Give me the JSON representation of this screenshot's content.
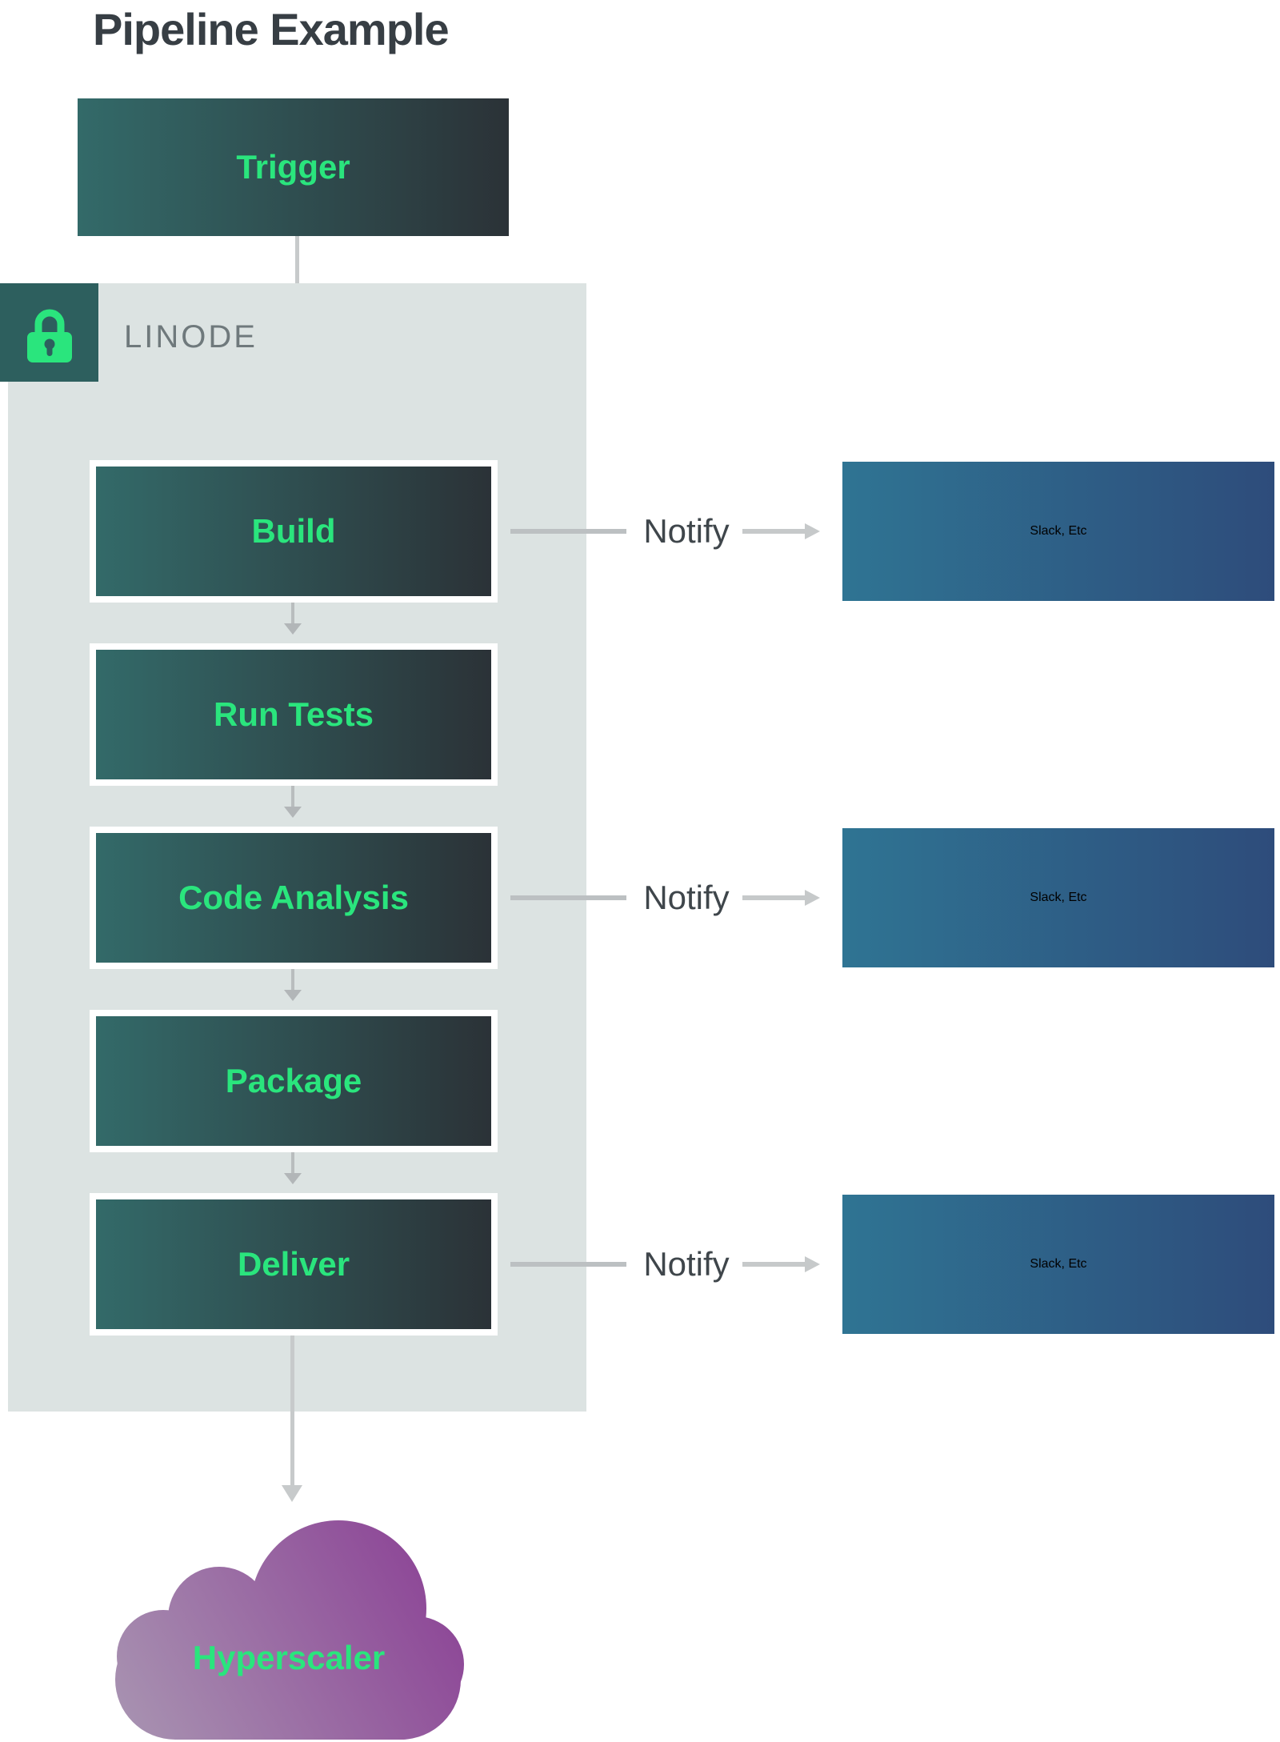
{
  "diagram": {
    "title": "Pipeline Example",
    "trigger_label": "Trigger",
    "platform_label": "LINODE",
    "stages": [
      {
        "label": "Build",
        "notifies": true
      },
      {
        "label": "Run Tests",
        "notifies": false
      },
      {
        "label": "Code Analysis",
        "notifies": true
      },
      {
        "label": "Package",
        "notifies": false
      },
      {
        "label": "Deliver",
        "notifies": true
      }
    ],
    "notify_rows": [
      {
        "label": "Notify",
        "target": "Slack, Etc"
      },
      {
        "label": "Notify",
        "target": "Slack, Etc"
      },
      {
        "label": "Notify",
        "target": "Slack, Etc"
      }
    ],
    "destination_label": "Hyperscaler",
    "colors": {
      "accent_green": "#2ae57d",
      "stage_gradient_start": "#336a69",
      "stage_gradient_end": "#2b3237",
      "notify_box_gradient_start": "#2f7493",
      "notify_box_gradient_end": "#2e4c7b",
      "container_bg": "#dce3e2",
      "lock_badge_bg": "#2d5f5e",
      "cloud_gradient_start": "#a996b2",
      "cloud_gradient_end": "#8a3e94",
      "title_text": "#373e44",
      "platform_text": "#6f797c",
      "notify_text": "#3f464b",
      "connector_gray": "#c2c6c8"
    }
  }
}
